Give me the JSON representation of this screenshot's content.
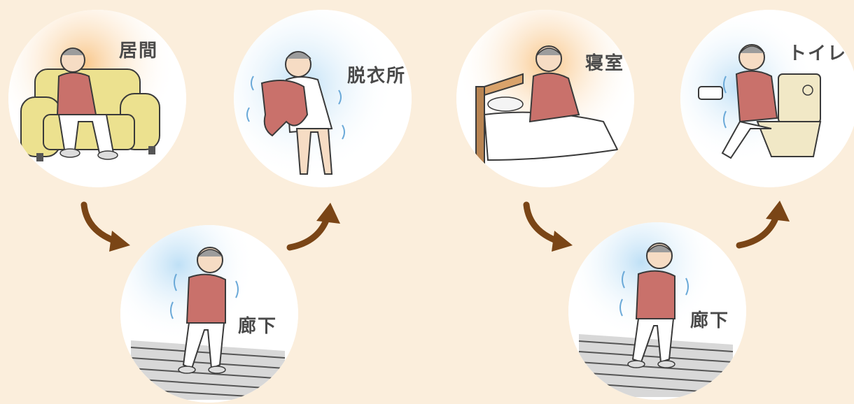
{
  "colors": {
    "background": "#fbeedc",
    "circle": "#ffffff",
    "warm_glow": "#f9cf97",
    "cold_glow": "#bfe0f6",
    "sweater": "#c9716b",
    "arrow": "#7a4516",
    "sofa": "#ece18f"
  },
  "route1": {
    "living": {
      "label": "居間",
      "icon": "elderly-man-on-sofa"
    },
    "hall": {
      "label": "廊下",
      "icon": "elderly-man-shivering-in-hallway"
    },
    "dressing": {
      "label": "脱衣所",
      "icon": "elderly-man-undressing-shivering"
    }
  },
  "route2": {
    "bedroom": {
      "label": "寝室",
      "icon": "elderly-man-getting-out-of-bed"
    },
    "hall": {
      "label": "廊下",
      "icon": "elderly-man-shivering-in-hallway"
    },
    "toilet": {
      "label": "トイレ",
      "icon": "elderly-man-shivering-on-toilet"
    }
  },
  "arrows": {
    "icon": "curved-arrow"
  }
}
